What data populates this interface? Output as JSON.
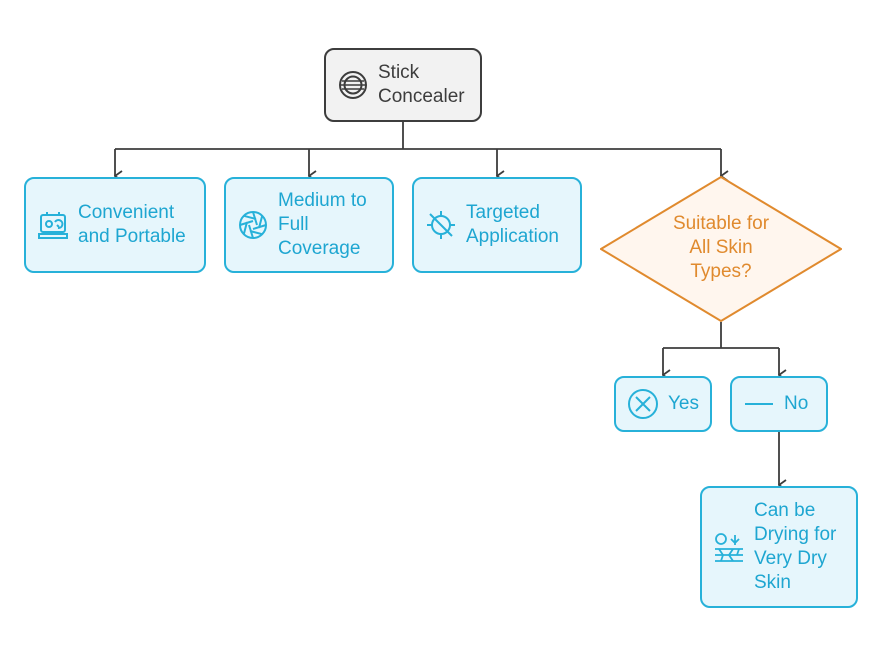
{
  "colors": {
    "root_fill": "#f2f2f2",
    "root_stroke": "#3d3d3d",
    "leaf_fill": "#e6f6fc",
    "leaf_stroke": "#27b1d9",
    "leaf_text": "#1ea6d1",
    "decision_fill": "#fff6ee",
    "decision_stroke": "#e08a2e",
    "decision_text": "#e08a2e",
    "connector": "#3d3d3d"
  },
  "root": {
    "icon": "stick-concealer-icon",
    "label_line1": "Stick",
    "label_line2": "Concealer"
  },
  "branches": [
    {
      "icon": "portable-case-icon",
      "label_line1": "Convenient",
      "label_line2": "and Portable"
    },
    {
      "icon": "aperture-icon",
      "label_line1": "Medium to",
      "label_line2": "Full",
      "label_line3": "Coverage"
    },
    {
      "icon": "target-crossed-icon",
      "label_line1": "Targeted",
      "label_line2": "Application"
    }
  ],
  "decision": {
    "label_line1": "Suitable for",
    "label_line2": "All Skin",
    "label_line3": "Types?"
  },
  "outcomes": {
    "yes": {
      "icon": "circle-x-icon",
      "label": "Yes"
    },
    "no": {
      "icon": "dash-icon",
      "label": "No"
    }
  },
  "no_result": {
    "icon": "dry-skin-icon",
    "label_line1": "Can be",
    "label_line2": "Drying for",
    "label_line3": "Very Dry",
    "label_line4": "Skin"
  }
}
